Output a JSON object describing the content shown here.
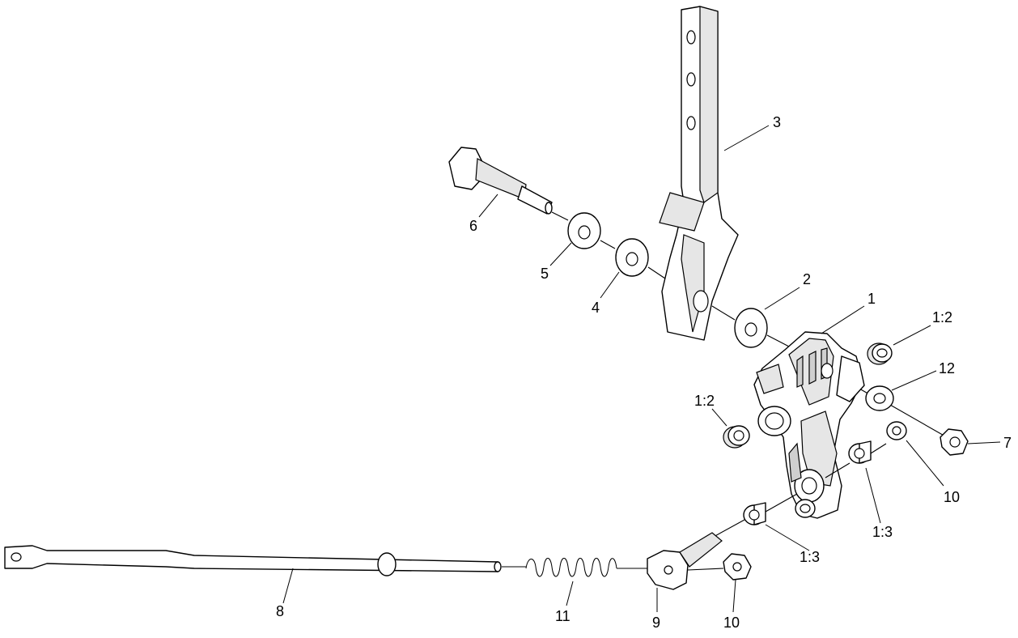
{
  "callouts": {
    "c1": "1",
    "c1_2_top": "1:2",
    "c1_2_left": "1:2",
    "c1_3_right": "1:3",
    "c1_3_bottom": "1:3",
    "c2": "2",
    "c3": "3",
    "c4": "4",
    "c5": "5",
    "c6": "6",
    "c7": "7",
    "c8": "8",
    "c9": "9",
    "c10_right": "10",
    "c10_bottom": "10",
    "c11": "11",
    "c12": "12"
  }
}
